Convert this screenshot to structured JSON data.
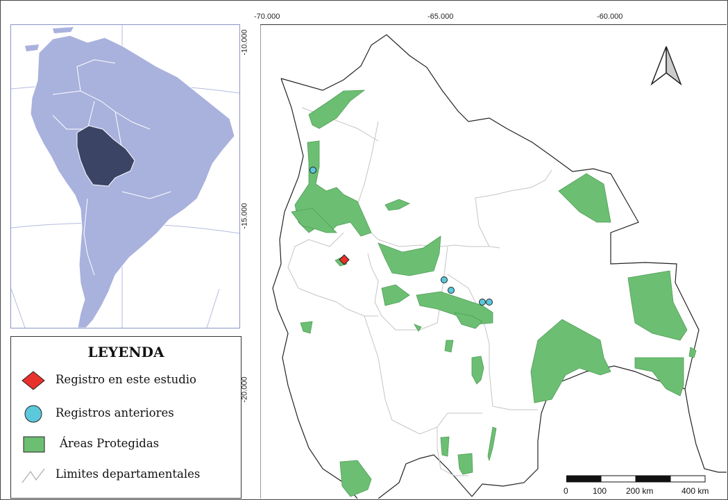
{
  "legend": {
    "title": "LEYENDA",
    "items": [
      {
        "symbol": "red-diamond",
        "label": "Registro en este estudio"
      },
      {
        "symbol": "cyan-circle",
        "label": "Registros anteriores"
      },
      {
        "symbol": "green-square",
        "label": "Áreas Protegidas"
      },
      {
        "symbol": "grey-line",
        "label": "Limites departamentales"
      }
    ]
  },
  "axes": {
    "longitude_ticks": [
      "-70.000",
      "-65.000",
      "-60.000"
    ],
    "latitude_ticks": [
      "-10.000",
      "-15.000",
      "-20.000"
    ]
  },
  "scale_bar": {
    "labels": [
      "0",
      "100",
      "200 km",
      "400 km"
    ],
    "units_km": [
      0,
      100,
      200,
      400
    ]
  },
  "colors": {
    "protected_area": "#6cbf72",
    "record_this_study": "#e8312b",
    "previous_records": "#5bc8dc",
    "inset_land": "#a9b2dd",
    "inset_bolivia": "#3c4466",
    "boundary": "#b8b8b8"
  },
  "icons": {
    "north_arrow": "north-arrow-icon"
  }
}
